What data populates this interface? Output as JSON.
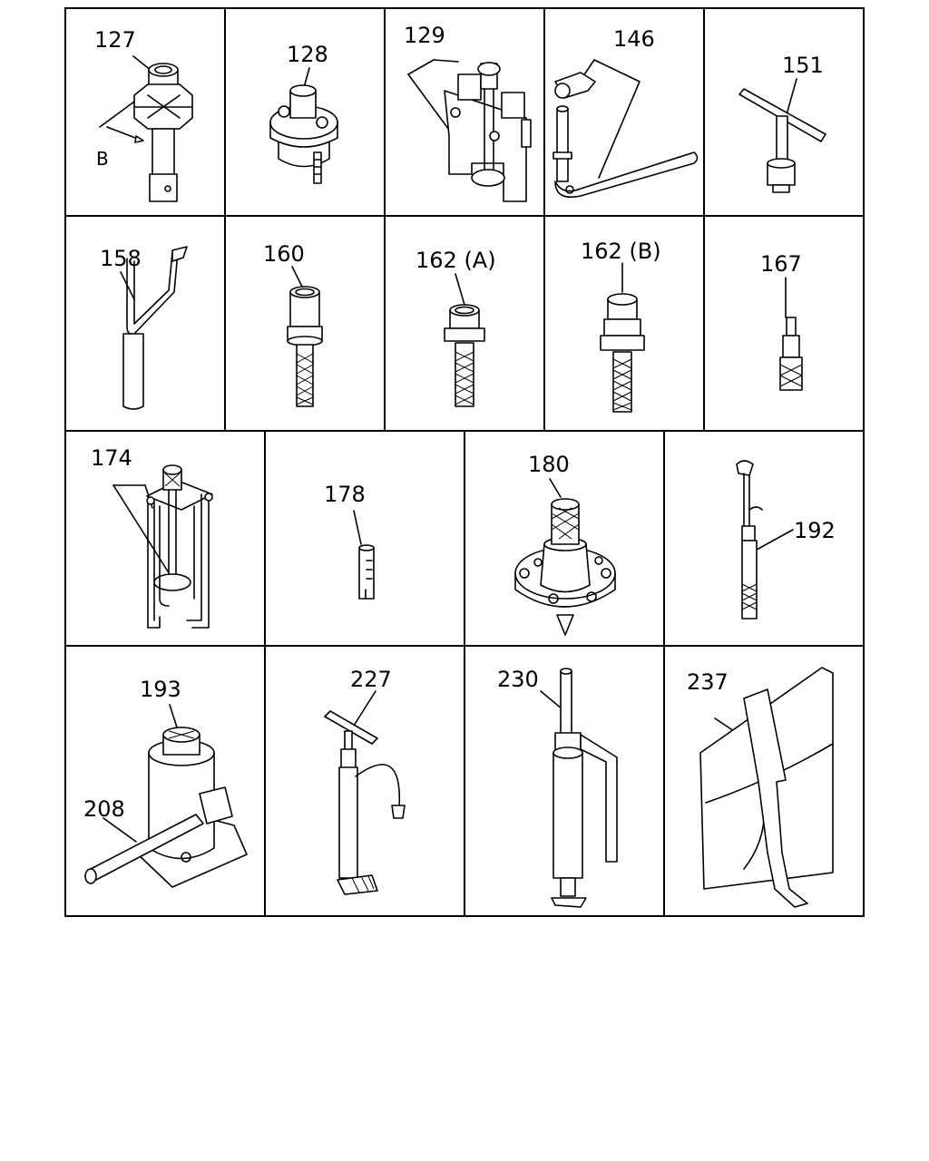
{
  "cells": [
    {
      "label": "127",
      "icon": "socket-wrench-icon"
    },
    {
      "label": "B",
      "icon": "dimension-icon"
    },
    {
      "label": "128",
      "icon": "puller-icon"
    },
    {
      "label": "129",
      "icon": "clamp-tool-icon"
    },
    {
      "label": "146",
      "icon": "spanner-icon"
    },
    {
      "label": "151",
      "icon": "t-handle-wrench-icon"
    },
    {
      "label": "158",
      "icon": "crank-handle-icon"
    },
    {
      "label": "160",
      "icon": "threaded-adapter-icon"
    },
    {
      "label": "162 (A)",
      "icon": "threaded-adapter-icon"
    },
    {
      "label": "162 (B)",
      "icon": "threaded-adapter-icon"
    },
    {
      "label": "167",
      "icon": "knurled-pin-icon"
    },
    {
      "label": "174",
      "icon": "gear-puller-icon"
    },
    {
      "label": "178",
      "icon": "pin-gauge-icon"
    },
    {
      "label": "180",
      "icon": "flange-tool-icon"
    },
    {
      "label": "192",
      "icon": "tire-gauge-icon"
    },
    {
      "label": "193",
      "icon": "bottle-jack-icon"
    },
    {
      "label": "208",
      "icon": "jack-handle-icon"
    },
    {
      "label": "227",
      "icon": "hand-pump-icon"
    },
    {
      "label": "230",
      "icon": "grease-gun-icon"
    },
    {
      "label": "237",
      "icon": "tool-bag-icon"
    }
  ]
}
